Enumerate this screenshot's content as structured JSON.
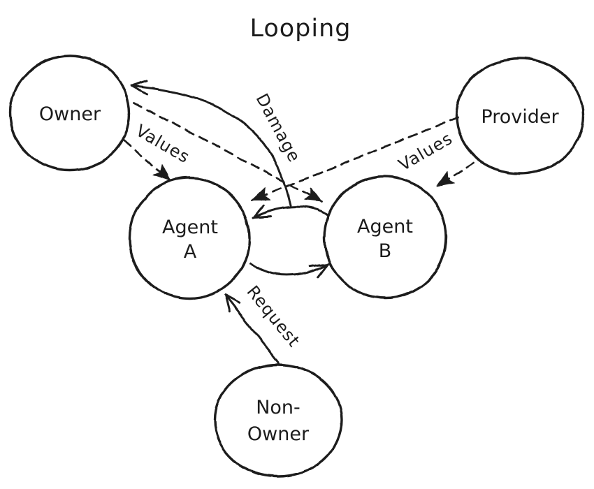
{
  "title": "Looping",
  "diagram_type": "hand-drawn node-and-arrow diagram",
  "colors": {
    "ink": "#1c1c1c",
    "background": "#ffffff"
  },
  "nodes": {
    "owner": {
      "label": "Owner"
    },
    "provider": {
      "label": "Provider"
    },
    "agent_a": {
      "line1": "Agent",
      "line2": "A"
    },
    "agent_b": {
      "line1": "Agent",
      "line2": "B"
    },
    "non_owner": {
      "line1": "Non-",
      "line2": "Owner"
    }
  },
  "edges": [
    {
      "from": "Owner",
      "to": "Agent A",
      "label": "Values",
      "style": "dashed"
    },
    {
      "from": "Owner",
      "to": "Agent B",
      "label": "",
      "style": "dashed"
    },
    {
      "from": "Provider",
      "to": "Agent B",
      "label": "Values",
      "style": "dashed"
    },
    {
      "from": "Provider",
      "to": "Agent A",
      "label": "",
      "style": "dashed"
    },
    {
      "from": "Agent A",
      "to": "Agent B",
      "label": "",
      "style": "solid"
    },
    {
      "from": "Agent B",
      "to": "Agent A",
      "label": "",
      "style": "solid"
    },
    {
      "from": "Agent loop",
      "to": "Owner",
      "label": "Damage",
      "style": "solid"
    },
    {
      "from": "Non-Owner",
      "to": "Agent A",
      "label": "Request",
      "style": "solid"
    }
  ]
}
